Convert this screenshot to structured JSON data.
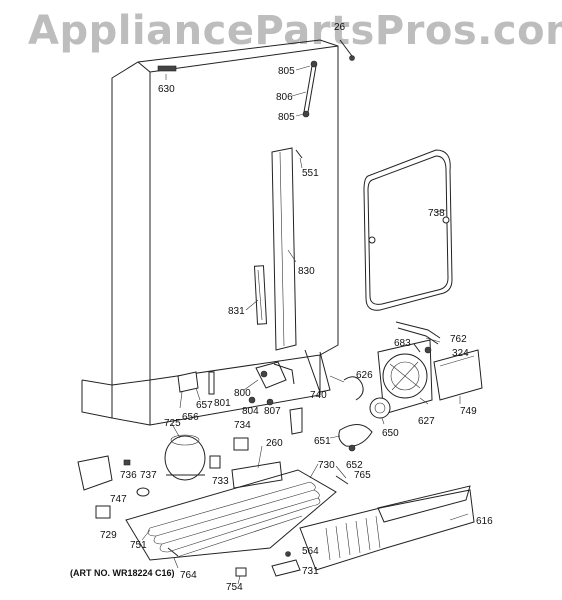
{
  "watermark": "AppliancePartsPros.com",
  "art_number": "(ART NO. WR18224 C16)",
  "callouts": {
    "c26": "26",
    "c805a": "805",
    "c806": "806",
    "c805b": "805",
    "c630": "630",
    "c551": "551",
    "c738": "738",
    "c830": "830",
    "c831": "831",
    "c762": "762",
    "c683": "683",
    "c324": "324",
    "c626": "626",
    "c800": "800",
    "c801": "801",
    "c804": "804",
    "c807": "807",
    "c740": "740",
    "c657": "657",
    "c656": "656",
    "c749": "749",
    "c627": "627",
    "c650": "650",
    "c725": "725",
    "c734": "734",
    "c260": "260",
    "c651": "651",
    "c652": "652",
    "c765": "765",
    "c730": "730",
    "c736": "736",
    "c737": "737",
    "c733": "733",
    "c747": "747",
    "c729": "729",
    "c751": "751",
    "c616": "616",
    "c564": "564",
    "c731": "731",
    "c764": "764",
    "c754": "754"
  }
}
